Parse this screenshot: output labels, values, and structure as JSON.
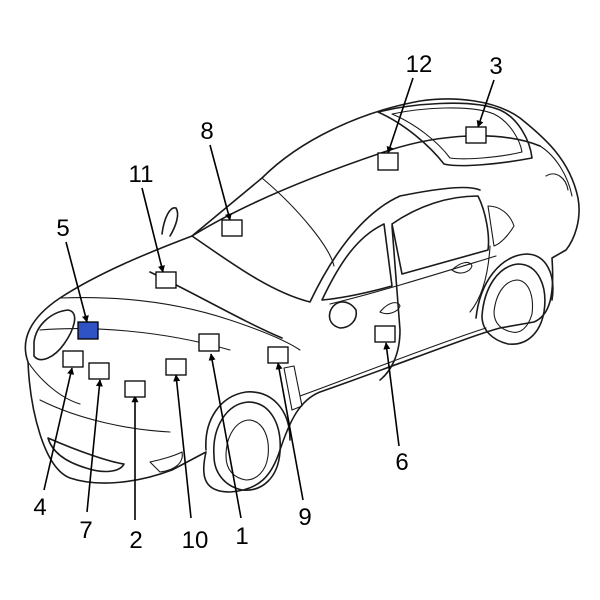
{
  "highlight_color": "#2f52c4",
  "highlighted_callout": "5",
  "callouts": [
    {
      "id": "1",
      "label": "1"
    },
    {
      "id": "2",
      "label": "2"
    },
    {
      "id": "3",
      "label": "3"
    },
    {
      "id": "4",
      "label": "4"
    },
    {
      "id": "5",
      "label": "5"
    },
    {
      "id": "6",
      "label": "6"
    },
    {
      "id": "7",
      "label": "7"
    },
    {
      "id": "8",
      "label": "8"
    },
    {
      "id": "9",
      "label": "9"
    },
    {
      "id": "10",
      "label": "10"
    },
    {
      "id": "11",
      "label": "11"
    },
    {
      "id": "12",
      "label": "12"
    }
  ]
}
